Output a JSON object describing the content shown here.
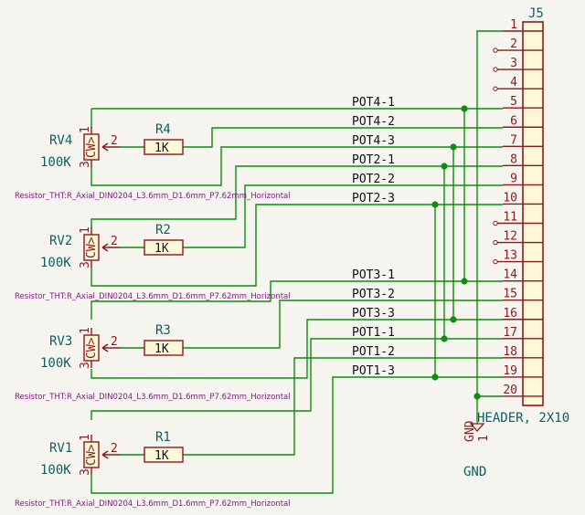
{
  "header": {
    "ref": "J5",
    "value": "HEADER, 2X10",
    "pins": [
      "1",
      "2",
      "3",
      "4",
      "5",
      "6",
      "7",
      "8",
      "9",
      "10",
      "11",
      "12",
      "13",
      "14",
      "15",
      "16",
      "17",
      "18",
      "19",
      "20"
    ]
  },
  "nets": [
    {
      "label": "POT4-1",
      "pin": 5
    },
    {
      "label": "POT4-2",
      "pin": 6
    },
    {
      "label": "POT4-3",
      "pin": 7
    },
    {
      "label": "POT2-1",
      "pin": 8
    },
    {
      "label": "POT2-2",
      "pin": 9
    },
    {
      "label": "POT2-3",
      "pin": 10
    },
    {
      "label": "POT3-1",
      "pin": 14
    },
    {
      "label": "POT3-2",
      "pin": 15
    },
    {
      "label": "POT3-3",
      "pin": 16
    },
    {
      "label": "POT1-1",
      "pin": 17
    },
    {
      "label": "POT1-2",
      "pin": 18
    },
    {
      "label": "POT1-3",
      "pin": 19
    }
  ],
  "pots": [
    {
      "ref": "RV4",
      "value": "100K",
      "body": "CW>",
      "pin_top": "1",
      "pin_wiper": "2",
      "pin_bottom": "3",
      "resistor": {
        "ref": "R4",
        "value": "1K"
      },
      "footprint": "Resistor_THT:R_Axial_DIN0204_L3.6mm_D1.6mm_P7.62mm_Horizontal"
    },
    {
      "ref": "RV2",
      "value": "100K",
      "body": "CW>",
      "pin_top": "1",
      "pin_wiper": "2",
      "pin_bottom": "3",
      "resistor": {
        "ref": "R2",
        "value": "1K"
      },
      "footprint": "Resistor_THT:R_Axial_DIN0204_L3.6mm_D1.6mm_P7.62mm_Horizontal"
    },
    {
      "ref": "RV3",
      "value": "100K",
      "body": "CW>",
      "pin_top": "1",
      "pin_wiper": "2",
      "pin_bottom": "3",
      "resistor": {
        "ref": "R3",
        "value": "1K"
      },
      "footprint": "Resistor_THT:R_Axial_DIN0204_L3.6mm_D1.6mm_P7.62mm_Horizontal"
    },
    {
      "ref": "RV1",
      "value": "100K",
      "body": "CW>",
      "pin_top": "1",
      "pin_wiper": "2",
      "pin_bottom": "3",
      "resistor": {
        "ref": "R1",
        "value": "1K"
      },
      "footprint": "Resistor_THT:R_Axial_DIN0204_L3.6mm_D1.6mm_P7.62mm_Horizontal"
    }
  ],
  "ground": {
    "label": "GND",
    "pin_name": "GND",
    "pin_num": "1"
  },
  "colors": {
    "wire": "#0d8f0d",
    "component": "#8b1a1a",
    "reference": "#0f5f5f",
    "footprint": "#7a1a7a",
    "fill": "#fff8d8"
  }
}
